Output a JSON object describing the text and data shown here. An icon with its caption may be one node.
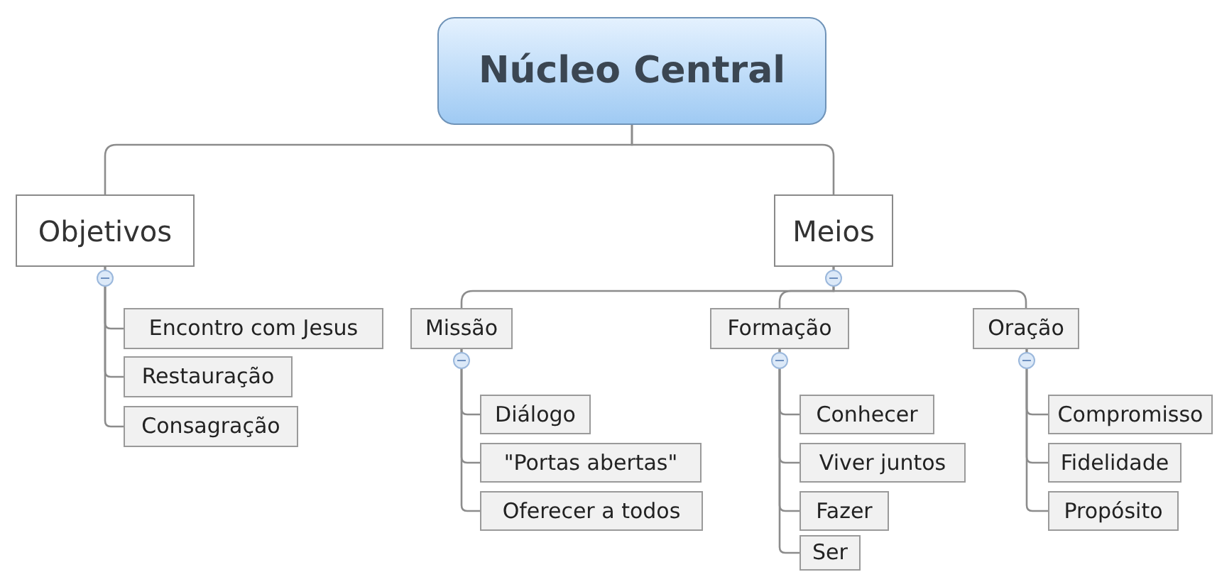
{
  "diagram": {
    "nodes": [
      {
        "text": [
          "Núcleo Central"
        ]
      },
      {
        "text": [
          "Objetivos"
        ]
      },
      {
        "text": [
          "Encontro com Jesus"
        ]
      },
      {
        "text": [
          "Restauração"
        ]
      },
      {
        "text": [
          "Consagração"
        ]
      },
      {
        "text": [
          "Meios"
        ]
      },
      {
        "text": [
          "Missão"
        ]
      },
      {
        "text": [
          "Diálogo"
        ]
      },
      {
        "text": [
          "\"Portas abertas\""
        ]
      },
      {
        "text": [
          "Oferecer a todos"
        ]
      },
      {
        "text": [
          "Formação"
        ]
      },
      {
        "text": [
          "Conhecer"
        ]
      },
      {
        "text": [
          "Viver juntos"
        ]
      },
      {
        "text": [
          "Fazer"
        ]
      },
      {
        "text": [
          "Ser"
        ]
      },
      {
        "text": [
          "Oração"
        ]
      },
      {
        "text": [
          "Compromisso"
        ]
      },
      {
        "text": [
          "Fidelidade"
        ]
      },
      {
        "text": [
          "Propósito"
        ]
      }
    ],
    "edges": [
      {
        "from": 0,
        "to": 1,
        "arrow": "none"
      },
      {
        "from": 0,
        "to": 5,
        "arrow": "none"
      },
      {
        "from": 1,
        "to": 2,
        "arrow": "none"
      },
      {
        "from": 1,
        "to": 3,
        "arrow": "none"
      },
      {
        "from": 1,
        "to": 4,
        "arrow": "none"
      },
      {
        "from": 5,
        "to": 6,
        "arrow": "none"
      },
      {
        "from": 5,
        "to": 10,
        "arrow": "none"
      },
      {
        "from": 5,
        "to": 15,
        "arrow": "none"
      },
      {
        "from": 6,
        "to": 7,
        "arrow": "none"
      },
      {
        "from": 6,
        "to": 8,
        "arrow": "none"
      },
      {
        "from": 6,
        "to": 9,
        "arrow": "none"
      },
      {
        "from": 10,
        "to": 11,
        "arrow": "none"
      },
      {
        "from": 10,
        "to": 12,
        "arrow": "none"
      },
      {
        "from": 10,
        "to": 13,
        "arrow": "none"
      },
      {
        "from": 10,
        "to": 14,
        "arrow": "none"
      },
      {
        "from": 15,
        "to": 16,
        "arrow": "none"
      },
      {
        "from": 15,
        "to": 17,
        "arrow": "none"
      },
      {
        "from": 15,
        "to": 18,
        "arrow": "none"
      }
    ]
  }
}
